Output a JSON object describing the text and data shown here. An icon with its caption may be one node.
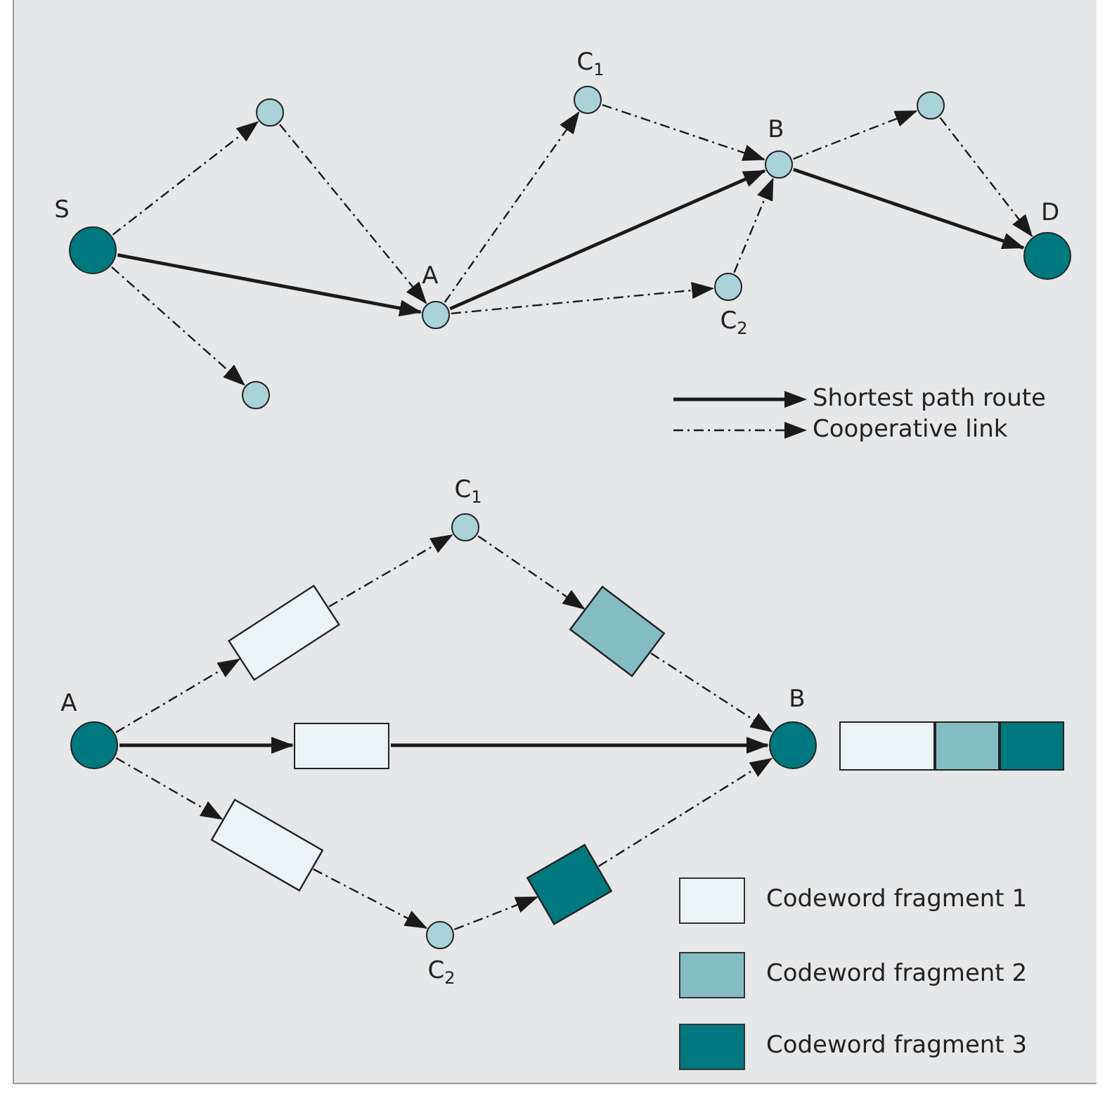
{
  "diagram": {
    "nodes": [
      {
        "text": [
          "S"
        ]
      },
      {
        "text": [],
        "shape": "circle"
      },
      {
        "text": [
          "A"
        ]
      },
      {
        "text": [],
        "shape": "circle"
      },
      {
        "text": [
          "C$_{1}$"
        ]
      },
      {
        "text": [
          "B"
        ]
      },
      {
        "text": [
          "C$_{2}$"
        ]
      },
      {
        "text": [],
        "shape": "circle"
      },
      {
        "text": [
          "D"
        ]
      },
      {
        "text": [
          "A"
        ]
      },
      {
        "text": [],
        "shape": "box"
      },
      {
        "text": [
          "C$_{1}$"
        ]
      },
      {
        "text": [],
        "shape": "box"
      },
      {
        "text": [],
        "shape": "box"
      },
      {
        "text": [
          "B"
        ]
      },
      {
        "text": [],
        "shape": "box"
      },
      {
        "text": [
          "C$_{2}$"
        ]
      },
      {
        "text": [],
        "shape": "box"
      },
      {
        "text": [],
        "shape": "box"
      },
      {
        "text": [],
        "shape": "box"
      },
      {
        "text": [],
        "shape": "box"
      }
    ],
    "edges": [
      {
        "from": 0,
        "to": 1,
        "arrow": "to",
        "style": "dashed"
      },
      {
        "from": 1,
        "to": 2,
        "arrow": "to",
        "style": "dashed"
      },
      {
        "from": 0,
        "to": 3,
        "arrow": "to",
        "style": "dashed"
      },
      {
        "from": 0,
        "to": 2,
        "arrow": "to"
      },
      {
        "from": 2,
        "to": 4,
        "arrow": "to",
        "style": "dashed"
      },
      {
        "from": 2,
        "to": 6,
        "arrow": "to",
        "style": "dashed"
      },
      {
        "from": 2,
        "to": 5,
        "arrow": "to"
      },
      {
        "from": 4,
        "to": 5,
        "arrow": "to",
        "style": "dashed"
      },
      {
        "from": 6,
        "to": 5,
        "arrow": "to",
        "style": "dashed"
      },
      {
        "from": 5,
        "to": 7,
        "arrow": "to",
        "style": "dashed"
      },
      {
        "from": 7,
        "to": 8,
        "arrow": "to",
        "style": "dashed"
      },
      {
        "from": 5,
        "to": 8,
        "arrow": "to"
      },
      {
        "from": 9,
        "to": 10,
        "arrow": "to",
        "style": "dashed"
      },
      {
        "from": 10,
        "to": 11,
        "arrow": "to",
        "style": "dashed"
      },
      {
        "from": 11,
        "to": 12,
        "arrow": "to",
        "style": "dashed"
      },
      {
        "from": 12,
        "to": 14,
        "arrow": "to",
        "style": "dashed"
      },
      {
        "from": 9,
        "to": 13,
        "arrow": "to"
      },
      {
        "from": 13,
        "to": 14,
        "arrow": "to"
      },
      {
        "from": 9,
        "to": 15,
        "arrow": "to",
        "style": "dashed"
      },
      {
        "from": 15,
        "to": 16,
        "arrow": "to",
        "style": "dashed"
      },
      {
        "from": 16,
        "to": 17,
        "arrow": "to",
        "style": "dashed"
      },
      {
        "from": 17,
        "to": 14,
        "arrow": "to",
        "style": "dashed"
      }
    ],
    "legend": [
      {
        "text": "Shortest path route"
      },
      {
        "text": "Cooperative link"
      },
      {
        "text": "Codeword fragment 1",
        "color": "#eaf3f6"
      },
      {
        "text": "Codeword fragment 2",
        "color": "#84bcc3"
      },
      {
        "text": "Codeword fragment 3",
        "color": "#007880"
      }
    ]
  }
}
